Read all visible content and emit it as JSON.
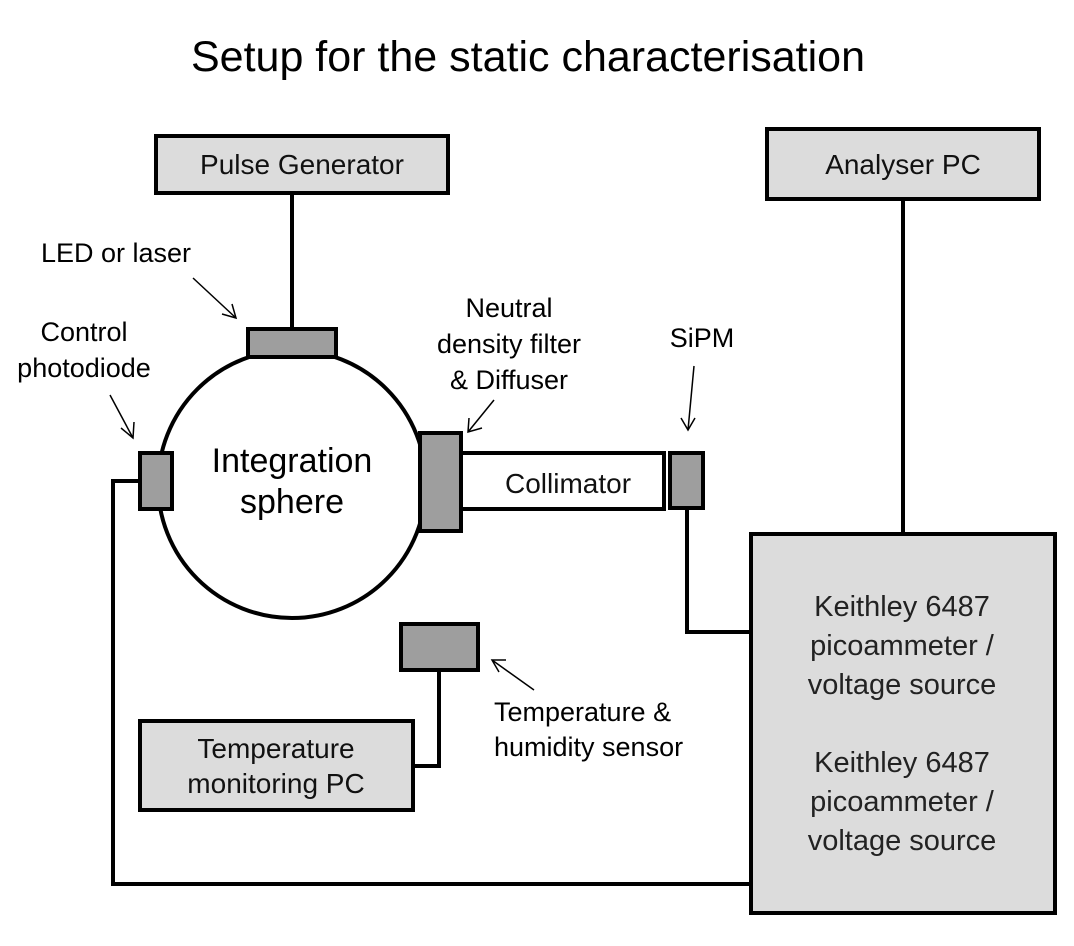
{
  "title": "Setup for the static characterisation",
  "boxes": {
    "pulse_generator": "Pulse Generator",
    "analyser_pc": "Analyser PC",
    "collimator": "Collimator",
    "temp_pc": [
      "Temperature",
      "monitoring PC"
    ],
    "keithley_1": [
      "Keithley 6487",
      "picoammeter /",
      "voltage source"
    ],
    "keithley_2": [
      "Keithley 6487",
      "picoammeter /",
      "voltage source"
    ]
  },
  "sphere": [
    "Integration",
    "sphere"
  ],
  "labels": {
    "led": "LED or laser",
    "control_photodiode": [
      "Control",
      "photodiode"
    ],
    "nd_filter": [
      "Neutral",
      "density filter",
      "& Diffuser"
    ],
    "sipm": "SiPM",
    "temp_sensor": [
      "Temperature &",
      "humidity sensor"
    ]
  },
  "colors": {
    "box_fill": "#dcdcdc",
    "component_fill": "#9e9e9e",
    "line": "#000000"
  }
}
